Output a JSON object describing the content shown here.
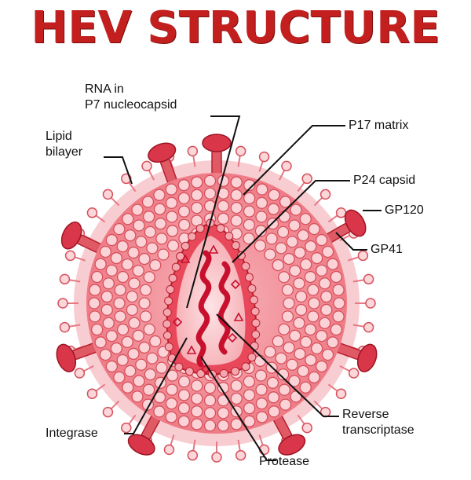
{
  "title": "HEV STRUCTURE",
  "labels": {
    "rna_line1": "RNA in",
    "rna_line2": "P7 nucleocapsid",
    "lipid_line1": "Lipid",
    "lipid_line2": "bilayer",
    "p17": "P17 matrix",
    "p24": "P24 capsid",
    "gp120": "GP120",
    "gp41": "GP41",
    "integrase": "Integrase",
    "rt_line1": "Reverse",
    "rt_line2": "transcriptase",
    "protease": "Protease"
  },
  "colors": {
    "title": "#c41f1f",
    "membrane": "#f6c3c8",
    "matrix": "#ef8a93",
    "bead": "#fbd7da",
    "bead_stroke": "#d7505c",
    "capsid": "#e03a4a",
    "spike": "#e05a66",
    "rna": "#c8102e",
    "leader": "#111111"
  }
}
